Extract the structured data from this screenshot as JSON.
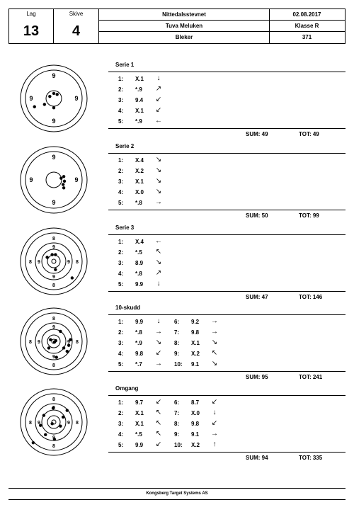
{
  "header": {
    "lag_label": "Lag",
    "lag_value": "13",
    "skive_label": "Skive",
    "skive_value": "4",
    "event": "Nittedalsstevnet",
    "date": "02.08.2017",
    "shooter": "Tuva Meluken",
    "class": "Klasse R",
    "club": "Bleker",
    "number": "371"
  },
  "series": [
    {
      "title": "Serie 1",
      "ring_label": "9",
      "target_style": "small",
      "shots_left": [
        {
          "n": "1:",
          "v": "X.1",
          "a": "↓"
        },
        {
          "n": "2:",
          "v": "*.9",
          "a": "↗"
        },
        {
          "n": "3:",
          "v": "9.4",
          "a": "↙"
        },
        {
          "n": "4:",
          "v": "X.1",
          "a": "↙"
        },
        {
          "n": "5:",
          "v": "*.9",
          "a": "←"
        }
      ],
      "shots_right": [],
      "sum": "SUM: 49",
      "tot": "TOT: 49",
      "hits": [
        [
          0,
          -0.15
        ],
        [
          0.1,
          -0.12
        ],
        [
          -0.12,
          -0.06
        ],
        [
          0.0,
          0.28
        ],
        [
          -0.28,
          0.18
        ],
        [
          -0.58,
          0.25
        ]
      ]
    },
    {
      "title": "Serie 2",
      "ring_label": "9",
      "target_style": "small",
      "shots_left": [
        {
          "n": "1:",
          "v": "X.4",
          "a": "↘"
        },
        {
          "n": "2:",
          "v": "X.2",
          "a": "↘"
        },
        {
          "n": "3:",
          "v": "X.1",
          "a": "↘"
        },
        {
          "n": "4:",
          "v": "X.0",
          "a": "↘"
        },
        {
          "n": "5:",
          "v": "*.8",
          "a": "→"
        }
      ],
      "shots_right": [],
      "sum": "SUM: 50",
      "tot": "TOT: 99",
      "hits": [
        [
          0.22,
          -0.05
        ],
        [
          0.3,
          -0.1
        ],
        [
          0.32,
          0.04
        ],
        [
          0.28,
          0.14
        ],
        [
          0.3,
          0.24
        ]
      ]
    },
    {
      "title": "Serie 3",
      "ring_label": "8",
      "target_style": "large",
      "shots_left": [
        {
          "n": "1:",
          "v": "X.4",
          "a": "←"
        },
        {
          "n": "2:",
          "v": "*.5",
          "a": "↖"
        },
        {
          "n": "3:",
          "v": "8.9",
          "a": "↘"
        },
        {
          "n": "4:",
          "v": "*.8",
          "a": "↗"
        },
        {
          "n": "5:",
          "v": "9.9",
          "a": "↓"
        }
      ],
      "shots_right": [],
      "sum": "SUM: 47",
      "tot": "TOT: 146",
      "hits": [
        [
          -0.05,
          -0.2
        ],
        [
          0.05,
          -0.2
        ],
        [
          -0.2,
          -0.12
        ],
        [
          0.05,
          0.25
        ],
        [
          0.55,
          0.5
        ]
      ]
    },
    {
      "title": "10-skudd",
      "ring_label": "8",
      "target_style": "large",
      "shots_left": [
        {
          "n": "1:",
          "v": "9.9",
          "a": "↓"
        },
        {
          "n": "2:",
          "v": "*.8",
          "a": "→"
        },
        {
          "n": "3:",
          "v": "*.9",
          "a": "↘"
        },
        {
          "n": "4:",
          "v": "9.8",
          "a": "↙"
        },
        {
          "n": "5:",
          "v": "*.7",
          "a": "→"
        }
      ],
      "shots_right": [
        {
          "n": "6:",
          "v": "9.2",
          "a": "→"
        },
        {
          "n": "7:",
          "v": "9.8",
          "a": "→"
        },
        {
          "n": "8:",
          "v": "X.1",
          "a": "↘"
        },
        {
          "n": "9:",
          "v": "X.2",
          "a": "↖"
        },
        {
          "n": "10:",
          "v": "9.1",
          "a": "↘"
        }
      ],
      "sum": "SUM: 95",
      "tot": "TOT: 241",
      "hits": [
        [
          0.02,
          0.02
        ],
        [
          0.06,
          -0.02
        ],
        [
          -0.1,
          -0.05
        ],
        [
          0.2,
          -0.3
        ],
        [
          0.3,
          0.2
        ],
        [
          0.45,
          0.12
        ],
        [
          0.4,
          0.3
        ],
        [
          0.08,
          0.48
        ],
        [
          -0.15,
          0.2
        ],
        [
          0.5,
          -0.05
        ]
      ]
    },
    {
      "title": "Omgang",
      "ring_label": "8",
      "target_style": "large",
      "shots_left": [
        {
          "n": "1:",
          "v": "9.7",
          "a": "↙"
        },
        {
          "n": "2:",
          "v": "X.1",
          "a": "↖"
        },
        {
          "n": "3:",
          "v": "X.1",
          "a": "↖"
        },
        {
          "n": "4:",
          "v": "*.5",
          "a": "↖"
        },
        {
          "n": "5:",
          "v": "9.9",
          "a": "↙"
        }
      ],
      "shots_right": [
        {
          "n": "6:",
          "v": "8.7",
          "a": "↙"
        },
        {
          "n": "7:",
          "v": "X.0",
          "a": "↓"
        },
        {
          "n": "8:",
          "v": "9.8",
          "a": "↙"
        },
        {
          "n": "9:",
          "v": "9.1",
          "a": "→"
        },
        {
          "n": "10:",
          "v": "X.2",
          "a": "↑"
        }
      ],
      "sum": "SUM: 94",
      "tot": "TOT: 335",
      "hits": [
        [
          -0.02,
          -0.42
        ],
        [
          -0.3,
          -0.2
        ],
        [
          -0.4,
          0.1
        ],
        [
          0.2,
          0.12
        ],
        [
          -0.25,
          0.38
        ],
        [
          0.02,
          0.52
        ],
        [
          -0.62,
          0.62
        ],
        [
          0.28,
          -0.15
        ],
        [
          -0.05,
          0.05
        ],
        [
          0.4,
          -0.35
        ]
      ]
    }
  ],
  "footer": "Kongsberg Target Systems AS"
}
